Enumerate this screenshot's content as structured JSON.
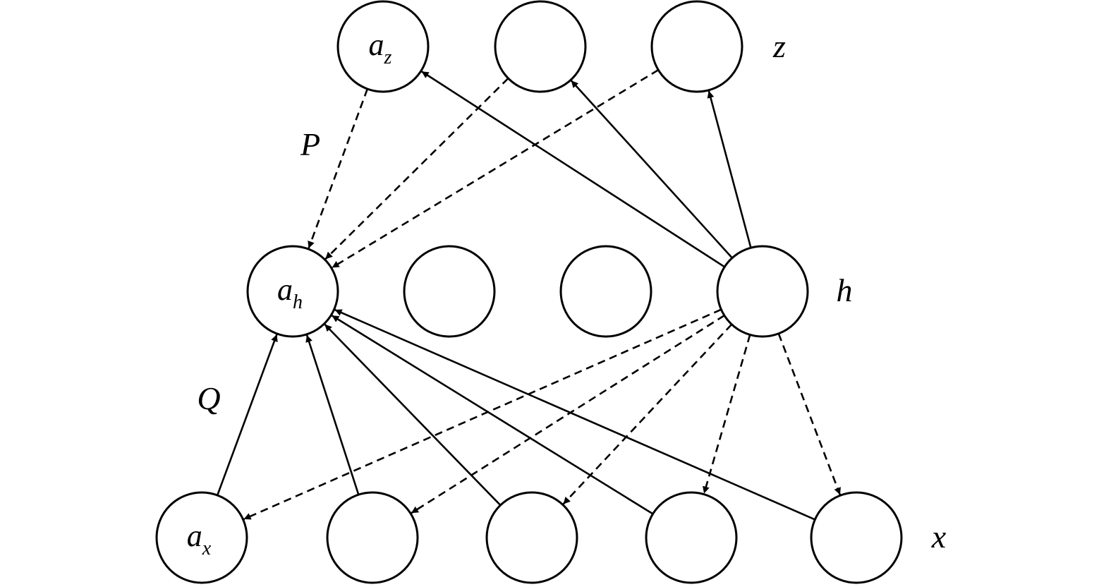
{
  "layers": {
    "z": {
      "label": "z",
      "nodes": [
        {
          "main": "a",
          "sub": "z"
        },
        {
          "main": "",
          "sub": ""
        },
        {
          "main": "",
          "sub": ""
        }
      ]
    },
    "h": {
      "label": "h",
      "nodes": [
        {
          "main": "a",
          "sub": "h"
        },
        {
          "main": "",
          "sub": ""
        },
        {
          "main": "",
          "sub": ""
        },
        {
          "main": "",
          "sub": ""
        }
      ]
    },
    "x": {
      "label": "x",
      "nodes": [
        {
          "main": "a",
          "sub": "x"
        },
        {
          "main": "",
          "sub": ""
        },
        {
          "main": "",
          "sub": ""
        },
        {
          "main": "",
          "sub": ""
        },
        {
          "main": "",
          "sub": ""
        }
      ]
    }
  },
  "matrices": {
    "P": "P",
    "Q": "Q"
  },
  "edges": [
    {
      "from": "h.3",
      "to": "z.0",
      "style": "solid"
    },
    {
      "from": "h.3",
      "to": "z.1",
      "style": "solid"
    },
    {
      "from": "h.3",
      "to": "z.2",
      "style": "solid"
    },
    {
      "from": "z.0",
      "to": "h.0",
      "style": "dashed"
    },
    {
      "from": "z.1",
      "to": "h.0",
      "style": "dashed"
    },
    {
      "from": "z.2",
      "to": "h.0",
      "style": "dashed"
    },
    {
      "from": "x.0",
      "to": "h.0",
      "style": "solid"
    },
    {
      "from": "x.1",
      "to": "h.0",
      "style": "solid"
    },
    {
      "from": "x.2",
      "to": "h.0",
      "style": "solid"
    },
    {
      "from": "x.3",
      "to": "h.0",
      "style": "solid"
    },
    {
      "from": "x.4",
      "to": "h.0",
      "style": "solid"
    },
    {
      "from": "h.3",
      "to": "x.0",
      "style": "dashed"
    },
    {
      "from": "h.3",
      "to": "x.1",
      "style": "dashed"
    },
    {
      "from": "h.3",
      "to": "x.2",
      "style": "dashed"
    },
    {
      "from": "h.3",
      "to": "x.3",
      "style": "dashed"
    },
    {
      "from": "h.3",
      "to": "x.4",
      "style": "dashed"
    }
  ]
}
